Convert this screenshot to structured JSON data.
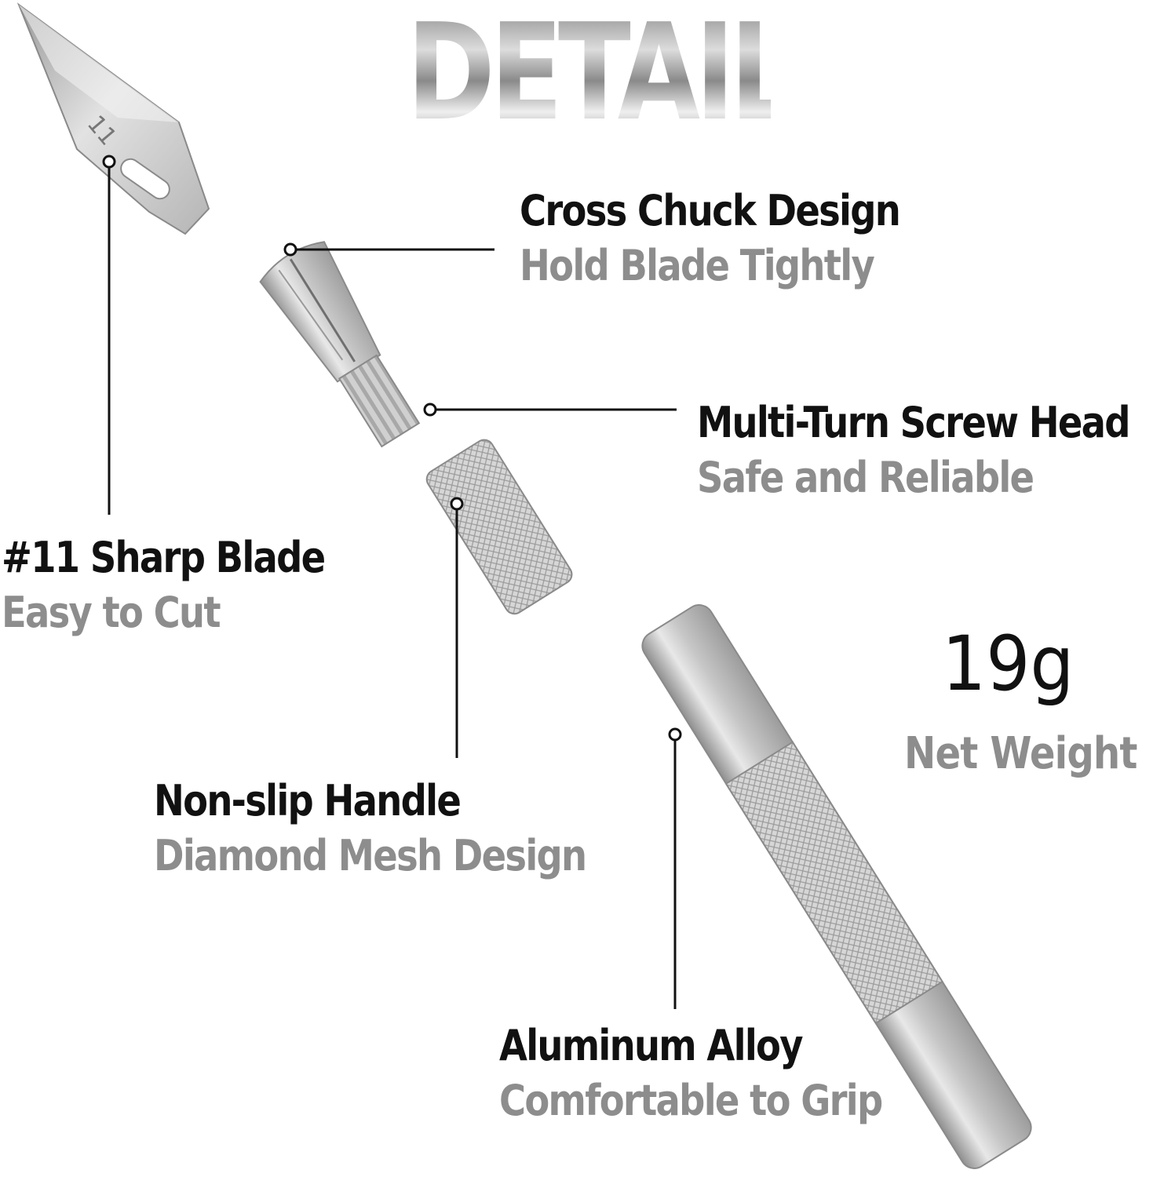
{
  "title": "DETAILS",
  "blade_number": "11",
  "callouts": {
    "blade": {
      "main": "#11 Sharp Blade",
      "sub": "Easy to Cut"
    },
    "chuck": {
      "main": "Cross Chuck Design",
      "sub": "Hold Blade Tightly"
    },
    "screw": {
      "main": "Multi-Turn Screw Head",
      "sub": "Safe and Reliable"
    },
    "grip": {
      "main": "Non-slip Handle",
      "sub": "Diamond Mesh Design"
    },
    "alloy": {
      "main": "Aluminum Alloy",
      "sub": "Comfortable to Grip"
    }
  },
  "weight": {
    "value": "19g",
    "label": "Net Weight"
  },
  "colors": {
    "heading": "#111111",
    "subheading": "#8d8d8d",
    "metal": "#c8c8c8"
  }
}
